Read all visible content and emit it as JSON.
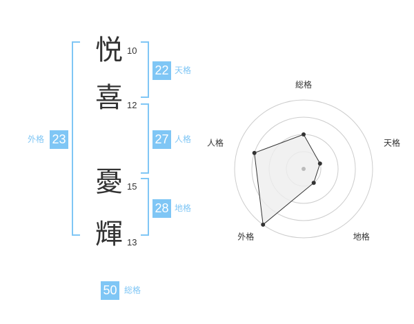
{
  "colors": {
    "accent": "#7fc6f5",
    "badge_text": "#ffffff",
    "label": "#7fc6f5",
    "text": "#333333",
    "radar_grid": "#cccccc",
    "radar_fill": "#eeeeee",
    "radar_stroke": "#333333"
  },
  "name_chars": [
    {
      "char": "悦",
      "strokes": "10"
    },
    {
      "char": "喜",
      "strokes": "12"
    },
    {
      "char": "憂",
      "strokes": "15"
    },
    {
      "char": "輝",
      "strokes": "13"
    }
  ],
  "kakusu": {
    "tenkaku": {
      "value": "22",
      "label": "天格"
    },
    "jinkaku": {
      "value": "27",
      "label": "人格"
    },
    "chikaku": {
      "value": "28",
      "label": "地格"
    },
    "gaikaku": {
      "value": "23",
      "label": "外格"
    },
    "soukaku": {
      "value": "50",
      "label": "総格"
    }
  },
  "chart_data": {
    "type": "radar",
    "axes": [
      "総格",
      "天格",
      "地格",
      "外格",
      "人格"
    ],
    "values": [
      2,
      1,
      1,
      4,
      3
    ],
    "range": [
      0,
      4
    ],
    "rings": 4
  }
}
